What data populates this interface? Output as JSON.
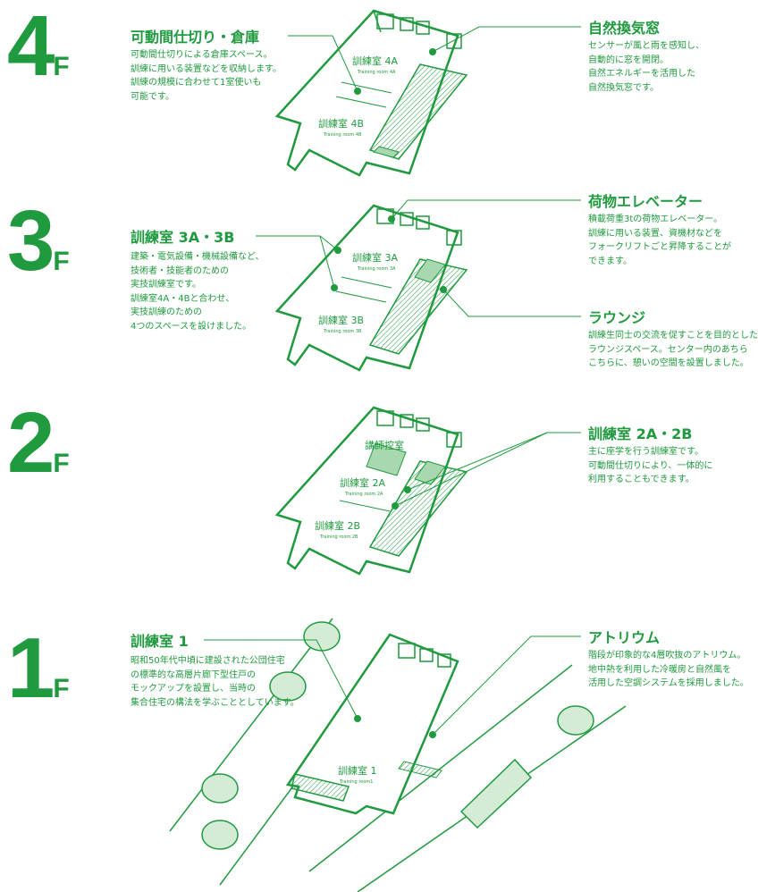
{
  "colors": {
    "accent": "#1f9a3e",
    "fill": "#a9d8b0",
    "light": "#d4ecd6"
  },
  "floors": [
    {
      "id": "4F",
      "num": "4",
      "suffix": "F"
    },
    {
      "id": "3F",
      "num": "3",
      "suffix": "F"
    },
    {
      "id": "2F",
      "num": "2",
      "suffix": "F"
    },
    {
      "id": "1F",
      "num": "1",
      "suffix": "F"
    }
  ],
  "callouts": {
    "f4_left": {
      "title": "可動間仕切り・倉庫",
      "lines": [
        "可動間仕切りによる倉庫スペース。",
        "訓練に用いる装置などを収納します。",
        "訓練の規模に合わせて1室使いも",
        "可能です。"
      ]
    },
    "f4_right": {
      "title": "自然換気窓",
      "lines": [
        "センサーが風と雨を感知し、",
        "自動的に窓を開閉。",
        "自然エネルギーを活用した",
        "自然換気窓です。"
      ]
    },
    "f3_left": {
      "title": "訓練室 3A・3B",
      "lines": [
        "建築・電気設備・機械設備など、",
        "技術者・技能者のための",
        "実技訓練室です。",
        "訓練室4A・4Bと合わせ、",
        "実技訓練のための",
        "4つのスペースを設けました。"
      ]
    },
    "f3_right1": {
      "title": "荷物エレベーター",
      "lines": [
        "積載荷重3tの荷物エレベーター。",
        "訓練に用いる装置、資機材などを",
        "フォークリフトごと昇降することが",
        "できます。"
      ]
    },
    "f3_right2": {
      "title": "ラウンジ",
      "lines": [
        "訓練生同士の交流を促すことを目的とした",
        "ラウンジスペース。センター内のあちら",
        "こちらに、憩いの空間を設置しました。"
      ]
    },
    "f2_right": {
      "title": "訓練室 2A・2B",
      "lines": [
        "主に座学を行う訓練室です。",
        "可動間仕切りにより、一体的に",
        "利用することもできます。"
      ]
    },
    "f1_left": {
      "title": "訓練室 1",
      "lines": [
        "昭和50年代中頃に建設された公団住宅",
        "の標準的な高層片廊下型住戸の",
        "モックアップを設置し、当時の",
        "集合住宅の構法を学ぶこととしています。"
      ]
    },
    "f1_right": {
      "title": "アトリウム",
      "lines": [
        "階段が印象的な4層吹抜のアトリウム。",
        "地中熱を利用した冷暖房と自然風を",
        "活用した空調システムを採用しました。"
      ]
    }
  },
  "rooms": {
    "r4a": {
      "jp": "訓練室 4A",
      "en": "Training room 4A"
    },
    "r4b": {
      "jp": "訓練室 4B",
      "en": "Training room 4B"
    },
    "r3a": {
      "jp": "訓練室 3A",
      "en": "Training room 3A"
    },
    "r3b": {
      "jp": "訓練室 3B",
      "en": "Training room 3B"
    },
    "r2staff": {
      "jp": "講師控室"
    },
    "r2a": {
      "jp": "訓練室 2A",
      "en": "Training room 2A"
    },
    "r2b": {
      "jp": "訓練室 2B",
      "en": "Training room 2B"
    },
    "r1": {
      "jp": "訓練室 1",
      "en": "Training room1"
    }
  }
}
